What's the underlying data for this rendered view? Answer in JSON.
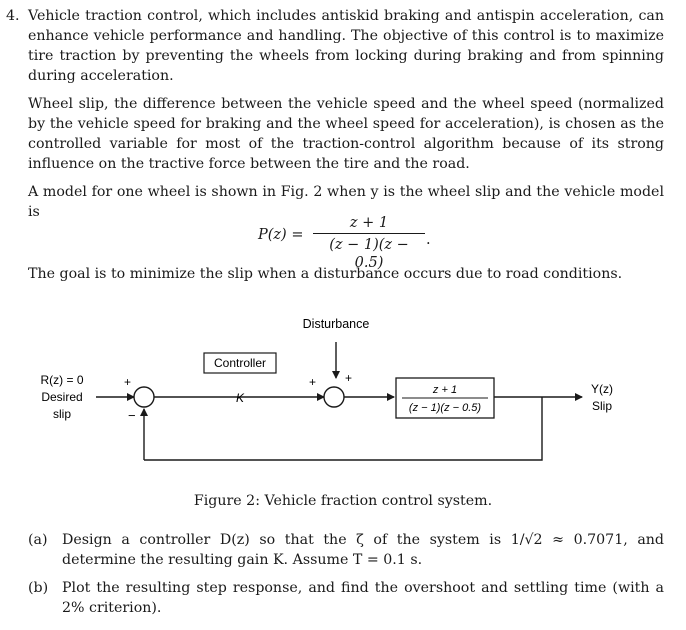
{
  "question": {
    "number": "4.",
    "paragraphs": [
      "Vehicle traction control, which includes antiskid braking and antispin acceleration, can enhance vehicle performance and handling. The objective of this control is to maximize tire traction by preventing the wheels from locking during braking and from spinning during acceleration.",
      "Wheel slip, the difference between the vehicle speed and the wheel speed (normalized by the vehicle speed for braking and the wheel speed for acceleration), is chosen as the controlled variable for most of the traction-control algorithm because of its strong influence on the tractive force between the tire and the road.",
      "A model for one wheel is shown in Fig. 2 when y is the wheel slip and the vehicle model is",
      "The goal is to minimize the slip when a disturbance occurs due to road conditions."
    ],
    "equation": {
      "lhs": "P(z) =",
      "numerator": "z + 1",
      "denominator": "(z − 1)(z − 0.5)",
      "trailing": "."
    }
  },
  "diagram": {
    "disturbance_label": "Disturbance",
    "controller_label": "Controller",
    "controller_gain": "K",
    "plant_numerator": "z + 1",
    "plant_denominator": "(z − 1)(z − 0.5)",
    "input_label_1": "R(z) = 0",
    "input_label_2": "Desired",
    "input_label_3": "slip",
    "output_label_1": "Y(z)",
    "output_label_2": "Slip",
    "sum1_plus": "+",
    "sum1_minus": "−",
    "sum2_plus_left": "+",
    "sum2_plus_top": "+"
  },
  "figure_caption": "Figure 2: Vehicle fraction control system.",
  "parts": [
    {
      "label": "(a)",
      "text": "Design a controller D(z) so that the ζ of the system is 1/√2 ≈ 0.7071, and determine the resulting gain K. Assume T = 0.1 s."
    },
    {
      "label": "(b)",
      "text": "Plot the resulting step response, and find the overshoot and settling time (with a 2% criterion)."
    }
  ]
}
